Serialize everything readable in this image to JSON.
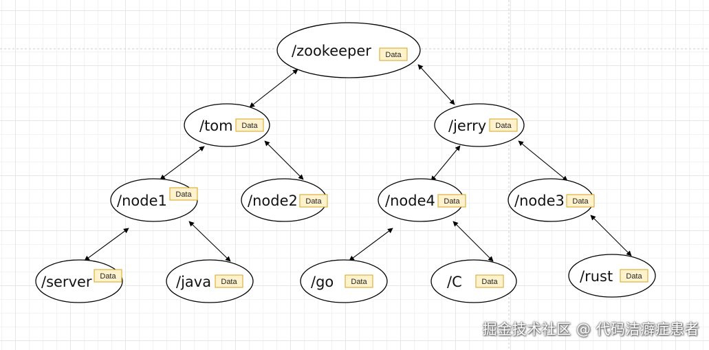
{
  "diagram": {
    "tag_label": "Data",
    "nodes": [
      {
        "id": "zookeeper",
        "label": "/zookeeper"
      },
      {
        "id": "tom",
        "label": "/tom"
      },
      {
        "id": "jerry",
        "label": "/jerry"
      },
      {
        "id": "node1",
        "label": "/node1"
      },
      {
        "id": "node2",
        "label": "/node2"
      },
      {
        "id": "node4",
        "label": "/node4"
      },
      {
        "id": "node3",
        "label": "/node3"
      },
      {
        "id": "server",
        "label": "/server"
      },
      {
        "id": "java",
        "label": "/java"
      },
      {
        "id": "go",
        "label": "/go"
      },
      {
        "id": "c",
        "label": "/C"
      },
      {
        "id": "rust",
        "label": "/rust"
      }
    ],
    "edges": [
      {
        "from": "zookeeper",
        "to": "tom",
        "arrows": "both"
      },
      {
        "from": "zookeeper",
        "to": "jerry",
        "arrows": "both"
      },
      {
        "from": "tom",
        "to": "node1",
        "arrows": "both"
      },
      {
        "from": "tom",
        "to": "node2",
        "arrows": "both"
      },
      {
        "from": "jerry",
        "to": "node4",
        "arrows": "both"
      },
      {
        "from": "jerry",
        "to": "node3",
        "arrows": "both"
      },
      {
        "from": "node1",
        "to": "server",
        "arrows": "both"
      },
      {
        "from": "node1",
        "to": "java",
        "arrows": "both"
      },
      {
        "from": "node4",
        "to": "go",
        "arrows": "both"
      },
      {
        "from": "node4",
        "to": "c",
        "arrows": "both"
      },
      {
        "from": "node3",
        "to": "rust",
        "arrows": "both"
      }
    ]
  },
  "watermark": {
    "text": "掘金技术社区 @ 代码洁癖症患者"
  }
}
